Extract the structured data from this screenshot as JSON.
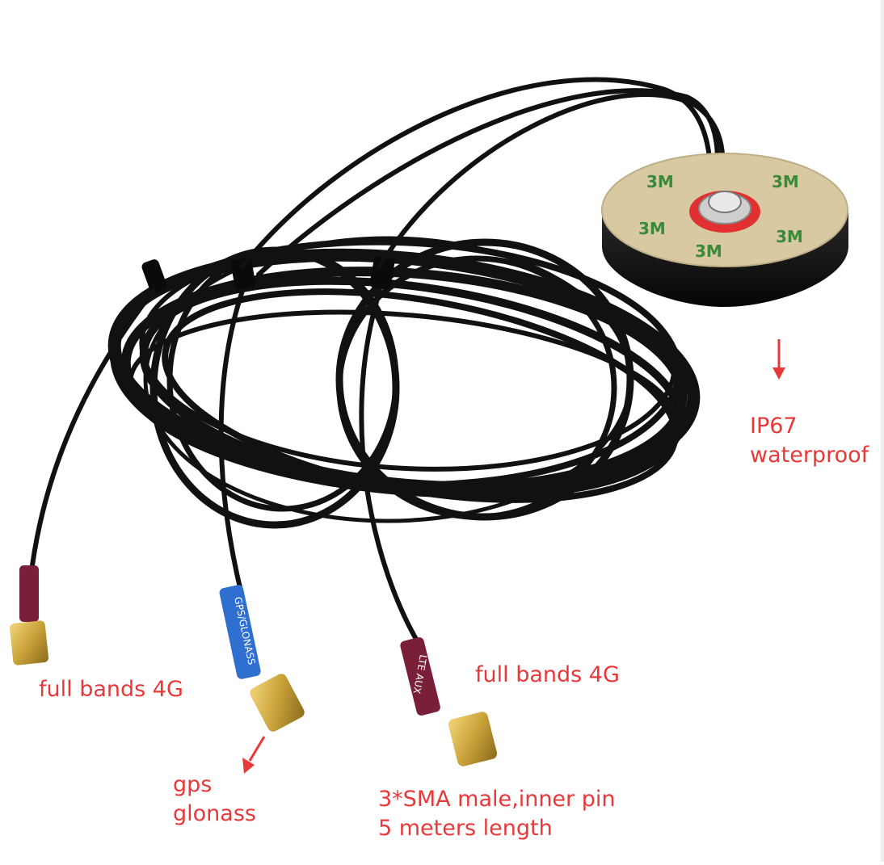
{
  "labels": {
    "waterproof_line1": "IP67",
    "waterproof_line2": "waterproof",
    "connector_left": "full bands 4G",
    "connector_right": "full bands 4G",
    "gps_line1": "gps",
    "gps_line2": "glonass",
    "spec_line1": "3*SMA male,inner pin",
    "spec_line2": "5 meters length"
  },
  "base_print": "3M",
  "sleeve_text": {
    "gps": "GPS/GLONASS",
    "lte": "LTE AUX"
  },
  "colors": {
    "annotation": "#e8393a",
    "cable": "#111111",
    "gold": "#c9a23a",
    "blue_sleeve": "#2f6fd0",
    "maroon_sleeve": "#7a1f3a",
    "adhesive_pad": "#d8c9a2",
    "print_green": "#3a8a3a"
  }
}
